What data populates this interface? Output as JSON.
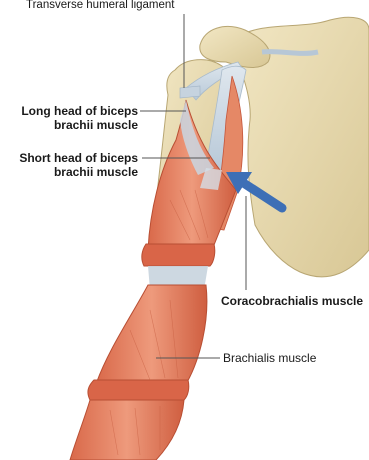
{
  "labels": {
    "transverse_ligament": "Transverse humeral ligament",
    "long_head_line1": "Long head of biceps",
    "long_head_line2": "brachii muscle",
    "short_head_line1": "Short head of biceps",
    "short_head_line2": "brachii muscle",
    "coracobrachialis": "Coracobrachialis muscle",
    "brachialis": "Brachialis muscle"
  },
  "colors": {
    "bone": "#eadcb0",
    "bone_shadow": "#c9b889",
    "muscle": "#e07a58",
    "muscle_dark": "#c4553a",
    "tendon": "#c9d6e2",
    "arrow": "#3d6fb6",
    "leader": "#555555"
  }
}
